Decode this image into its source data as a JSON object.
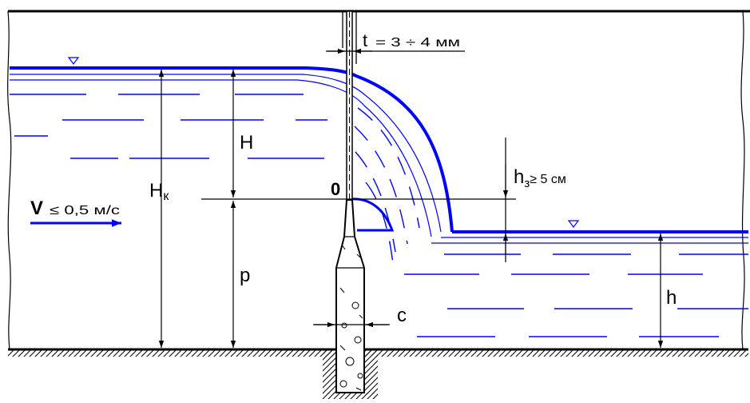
{
  "labels": {
    "thickness_t": "t",
    "thickness_eq": "= 3 ÷ 4 мм",
    "head_H": "H",
    "total_head_main": "H",
    "total_head_sub": "к",
    "origin": "0",
    "height_p": "p",
    "velocity_V": "V",
    "velocity_cond": "≤ 0,5 м/с",
    "depth_h": "h",
    "clearance_main": "h",
    "clearance_sub": "з",
    "clearance_cond": "≥ 5 см",
    "crest_c": "c"
  },
  "colors": {
    "water": "#0000ff",
    "lines": "#000000",
    "background": "#ffffff"
  }
}
